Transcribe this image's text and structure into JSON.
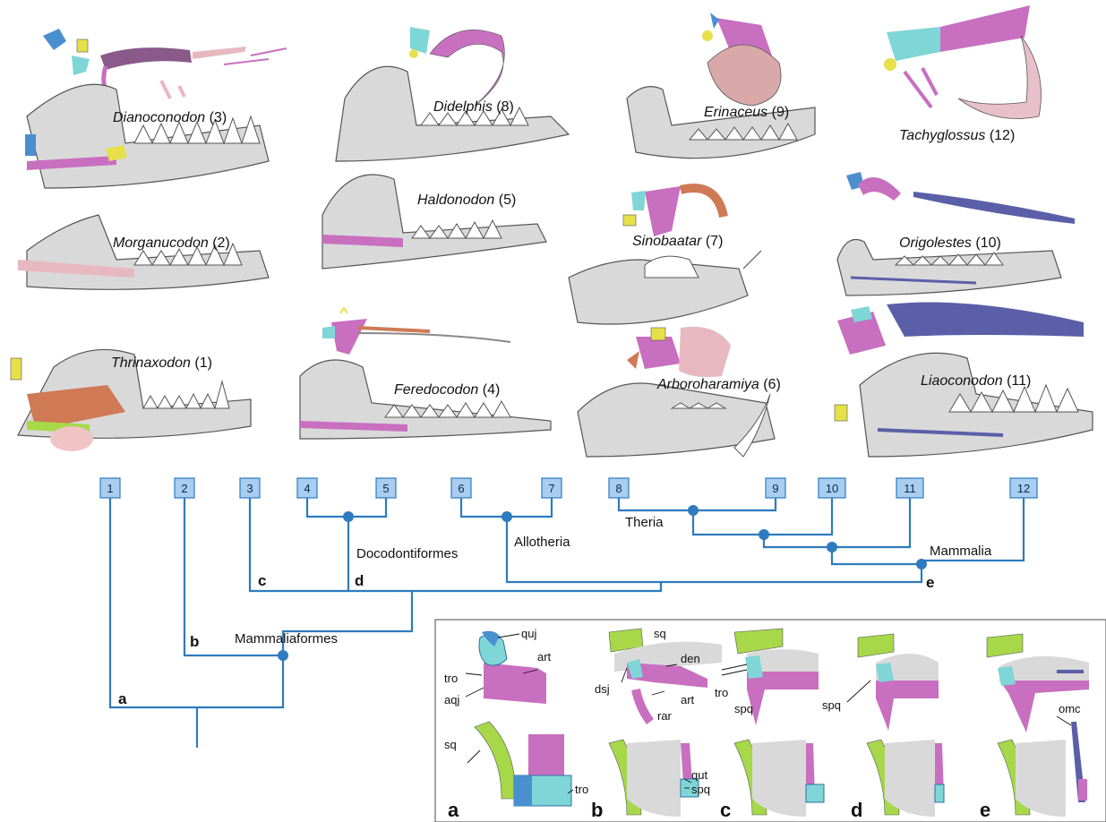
{
  "taxa": [
    {
      "name": "Dianoconodon",
      "num": "(3)"
    },
    {
      "name": "Morganucodon",
      "num": "(2)"
    },
    {
      "name": "Thrinaxodon",
      "num": "(1)"
    },
    {
      "name": "Didelphis",
      "num": "(8)"
    },
    {
      "name": "Haldonodon",
      "num": "(5)"
    },
    {
      "name": "Feredocodon",
      "num": "(4)"
    },
    {
      "name": "Erinaceus",
      "num": "(9)"
    },
    {
      "name": "Sinobaatar",
      "num": "(7)"
    },
    {
      "name": "Arboroharamiya",
      "num": "(6)"
    },
    {
      "name": "Tachyglossus",
      "num": "(12)"
    },
    {
      "name": "Origolestes",
      "num": "(10)"
    },
    {
      "name": "Liaoconodon",
      "num": "(11)"
    }
  ],
  "tree": {
    "tips": [
      "1",
      "2",
      "3",
      "4",
      "5",
      "6",
      "7",
      "8",
      "9",
      "10",
      "11",
      "12"
    ],
    "clades": [
      "Docodontiformes",
      "Allotheria",
      "Theria",
      "Mammalia",
      "Mammaliaformes"
    ],
    "nodes": [
      "a",
      "b",
      "c",
      "d",
      "e"
    ]
  },
  "inset": {
    "panels": [
      "a",
      "b",
      "c",
      "d",
      "e"
    ],
    "labels": [
      "quj",
      "tro",
      "aqj",
      "art",
      "sq",
      "dsj",
      "den",
      "art",
      "rar",
      "tro",
      "spq",
      "spq",
      "sq",
      "tro",
      "qut",
      "spq",
      "omc"
    ]
  },
  "colors": {
    "tree": "#2e7bbf",
    "jaw": "#d9d9d9",
    "pink": "#c86fc0",
    "cyan": "#7fd6d6",
    "yellow": "#e6e04a",
    "green": "#a6d84a",
    "orange": "#cf7a55",
    "navy": "#5a5fa8"
  }
}
